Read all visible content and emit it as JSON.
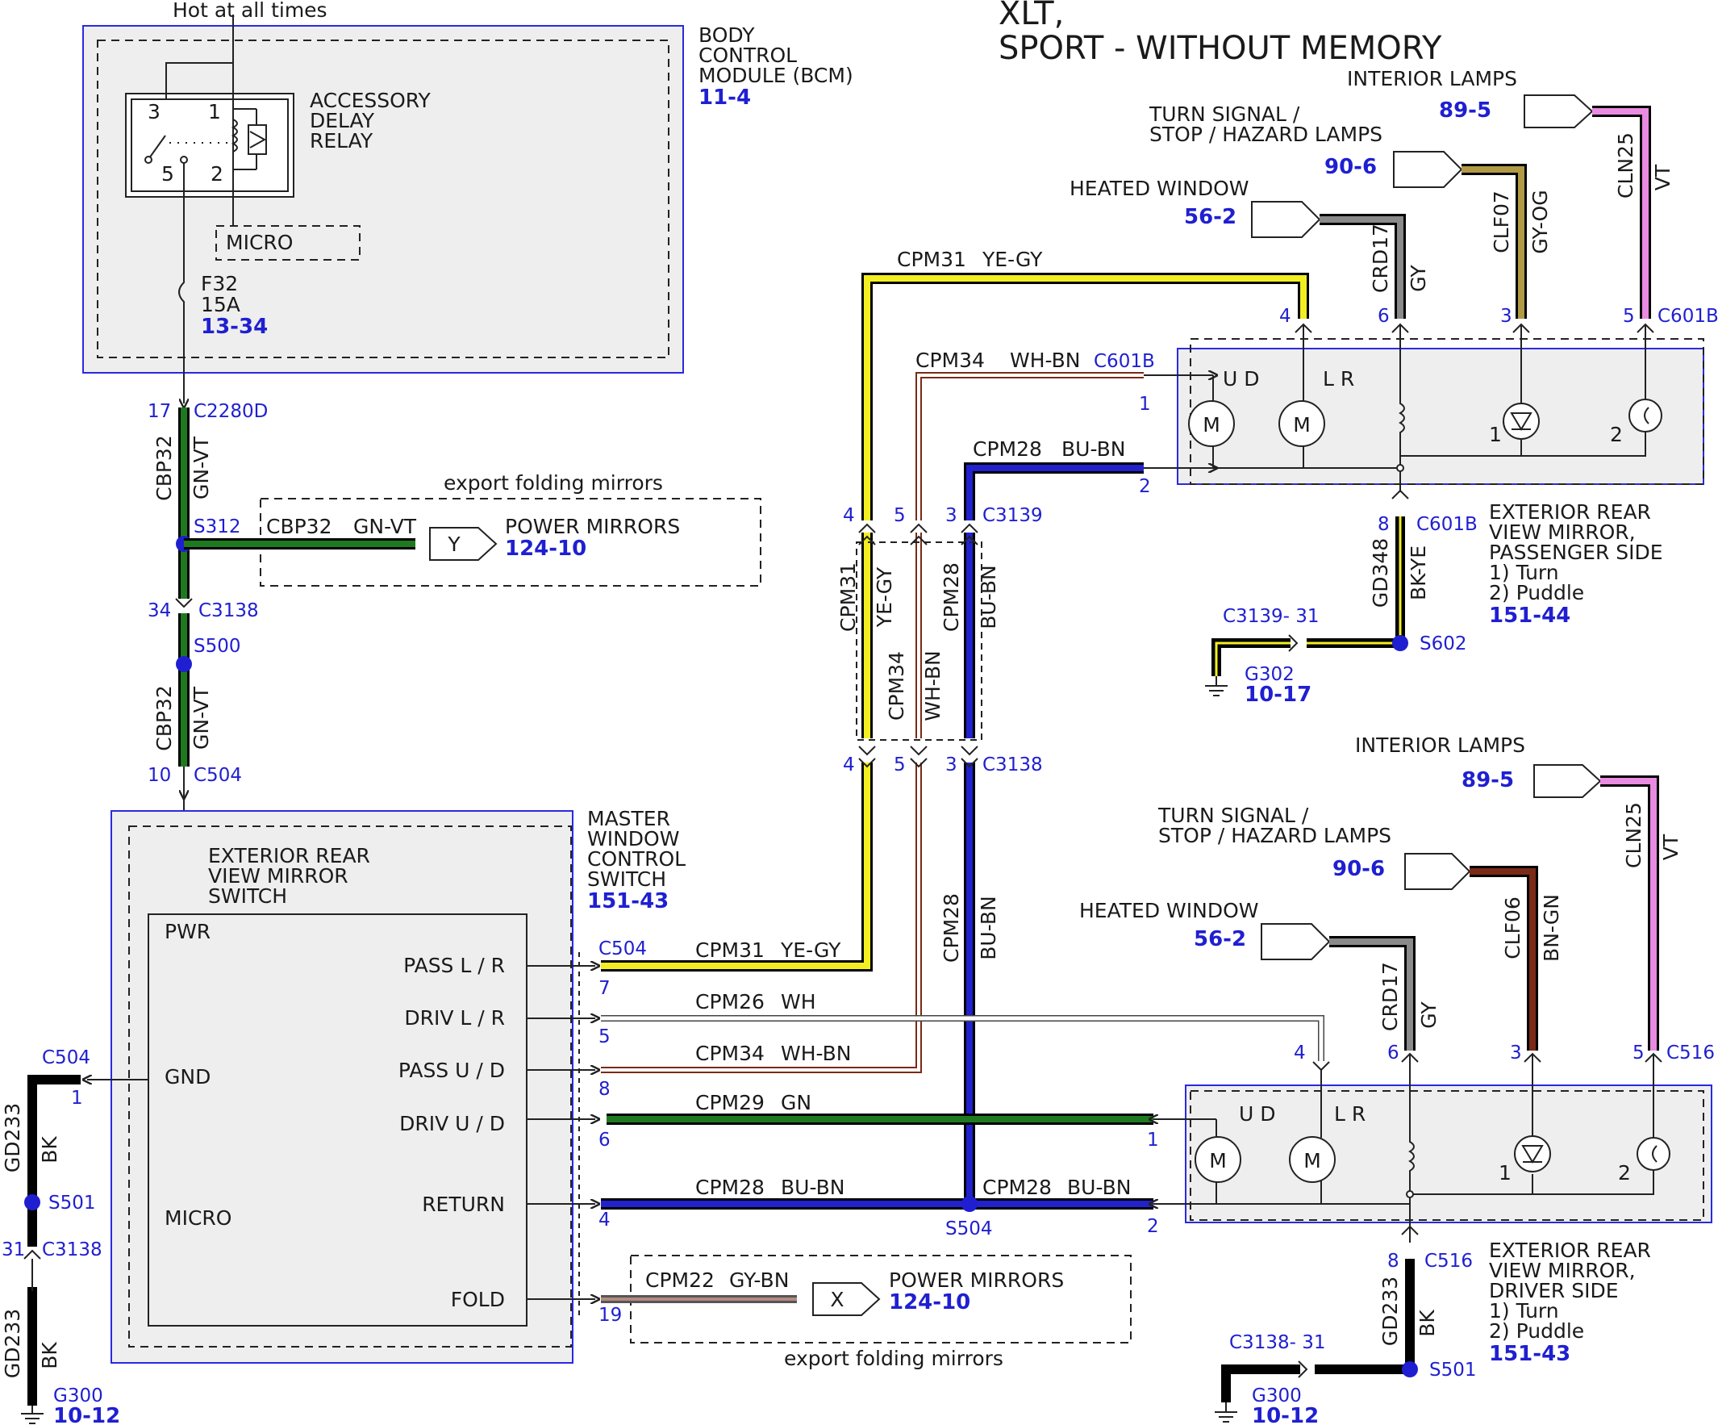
{
  "title": {
    "line1": "XLT,",
    "line2": "SPORT - WITHOUT MEMORY"
  },
  "power": {
    "hot_label": "Hot at all times"
  },
  "bcm": {
    "name_lines": [
      "BODY",
      "CONTROL",
      "MODULE (BCM)"
    ],
    "ref": "11-4",
    "relay_lines": [
      "ACCESSORY",
      "DELAY",
      "RELAY"
    ],
    "relay_pins": [
      "3",
      "1",
      "5",
      "2"
    ],
    "micro": "MICRO",
    "fuse": {
      "name": "F32",
      "rating": "15A",
      "ref": "13-34"
    }
  },
  "left_harness": {
    "c2280d": {
      "pin": "17",
      "name": "C2280D"
    },
    "wire1": {
      "circuit": "CBP32",
      "color": "GN-VT"
    },
    "s312": "S312",
    "c3138": {
      "pin": "34",
      "name": "C3138"
    },
    "s500": "S500",
    "wire2": {
      "circuit": "CBP32",
      "color": "GN-VT"
    },
    "c504": {
      "pin": "10",
      "name": "C504"
    }
  },
  "export_top": {
    "label": "export folding mirrors",
    "circuit": "CBP32",
    "color": "GN-VT",
    "tag": "Y",
    "dest": "POWER MIRRORS",
    "ref": "124-10"
  },
  "master_switch": {
    "name_lines": [
      "MASTER",
      "WINDOW",
      "CONTROL",
      "SWITCH"
    ],
    "ref": "151-43",
    "inner_lines": [
      "EXTERIOR REAR",
      "VIEW MIRROR",
      "SWITCH"
    ],
    "pwr": "PWR",
    "gnd": "GND",
    "micro": "MICRO",
    "outputs": [
      "PASS L / R",
      "DRIV L / R",
      "PASS U / D",
      "DRIV U / D",
      "RETURN",
      "FOLD"
    ],
    "connector": "C504",
    "output_pins": [
      "7",
      "5",
      "8",
      "6",
      "4",
      "19"
    ]
  },
  "ground_left": {
    "c504": {
      "name": "C504",
      "pin": "1"
    },
    "wire1": {
      "circuit": "GD233",
      "color": "BK"
    },
    "s501": "S501",
    "c3138": {
      "pin": "31",
      "name": "C3138"
    },
    "wire2": {
      "circuit": "GD233",
      "color": "BK"
    },
    "g300": {
      "name": "G300",
      "ref": "10-12"
    }
  },
  "wires_center": {
    "cpm31": {
      "circuit": "CPM31",
      "color": "YE-GY"
    },
    "cpm34": {
      "circuit": "CPM34",
      "color": "WH-BN"
    },
    "cpm28": {
      "circuit": "CPM28",
      "color": "BU-BN"
    },
    "cpm26": {
      "circuit": "CPM26",
      "color": "WH"
    },
    "cpm29": {
      "circuit": "CPM29",
      "color": "GN"
    },
    "cpm22": {
      "circuit": "CPM22",
      "color": "GY-BN"
    },
    "c3139": {
      "name": "C3139",
      "pins": [
        "4",
        "5",
        "3"
      ]
    },
    "c3138": {
      "name": "C3138",
      "pins": [
        "4",
        "5",
        "3"
      ]
    },
    "s504": "S504"
  },
  "export_bottom": {
    "label": "export folding mirrors",
    "tag": "X",
    "dest": "POWER MIRRORS",
    "ref": "124-10"
  },
  "passenger": {
    "interior": {
      "label": "INTERIOR LAMPS",
      "ref": "89-5",
      "circuit": "CLN25",
      "color": "VT",
      "pin": "5"
    },
    "turn": {
      "lines": [
        "TURN SIGNAL /",
        "STOP / HAZARD LAMPS"
      ],
      "ref": "90-6",
      "circuit": "CLF07",
      "color": "GY-OG",
      "pin": "3"
    },
    "heated": {
      "label": "HEATED WINDOW",
      "ref": "56-2",
      "circuit": "CRD17",
      "color": "GY",
      "pin": "6"
    },
    "top_pin4": "4",
    "connector": "C601B",
    "pin1": "1",
    "pin2": "2",
    "motor_ud": "U D",
    "motor_lr": "L R",
    "motor": "M",
    "lamp1": "1",
    "lamp2": "2",
    "bottom": {
      "pin": "8",
      "name": "C601B"
    },
    "ground_wire": {
      "circuit": "GD348",
      "color": "BK-YE"
    },
    "s602": "S602",
    "c3139": "C3139- 31",
    "g302": {
      "name": "G302",
      "ref": "10-17"
    },
    "desc_lines": [
      "EXTERIOR REAR",
      "VIEW MIRROR,",
      "PASSENGER SIDE",
      "1) Turn",
      "2) Puddle"
    ],
    "ref": "151-44"
  },
  "driver": {
    "interior": {
      "label": "INTERIOR LAMPS",
      "ref": "89-5",
      "circuit": "CLN25",
      "color": "VT",
      "pin": "5"
    },
    "turn": {
      "lines": [
        "TURN SIGNAL /",
        "STOP / HAZARD LAMPS"
      ],
      "ref": "90-6",
      "circuit": "CLF06",
      "color": "BN-GN",
      "pin": "3"
    },
    "heated": {
      "label": "HEATED WINDOW",
      "ref": "56-2",
      "circuit": "CRD17",
      "color": "GY",
      "pin": "6"
    },
    "top_pin4": "4",
    "connector": "C516",
    "pin1": "1",
    "pin2": "2",
    "motor_ud": "U D",
    "motor_lr": "L R",
    "motor": "M",
    "lamp1": "1",
    "lamp2": "2",
    "bottom": {
      "pin": "8",
      "name": "C516"
    },
    "ground_wire": {
      "circuit": "GD233",
      "color": "BK"
    },
    "s501": "S501",
    "c3138": "C3138- 31",
    "g300": {
      "name": "G300",
      "ref": "10-12"
    },
    "desc_lines": [
      "EXTERIOR REAR",
      "VIEW MIRROR,",
      "DRIVER SIDE",
      "1) Turn",
      "2) Puddle"
    ],
    "ref": "151-43"
  },
  "wire_colors": {
    "green": "#1f7a1f",
    "yellow": "#f2ee22",
    "blue": "#2222cc",
    "brown": "#7a2a16",
    "gray": "#8a8a8a",
    "violet": "#e98be0",
    "black": "#000000",
    "white": "#ffffff",
    "stripe_red": "#d23a3a",
    "label_blue": "#1f1fd1"
  }
}
